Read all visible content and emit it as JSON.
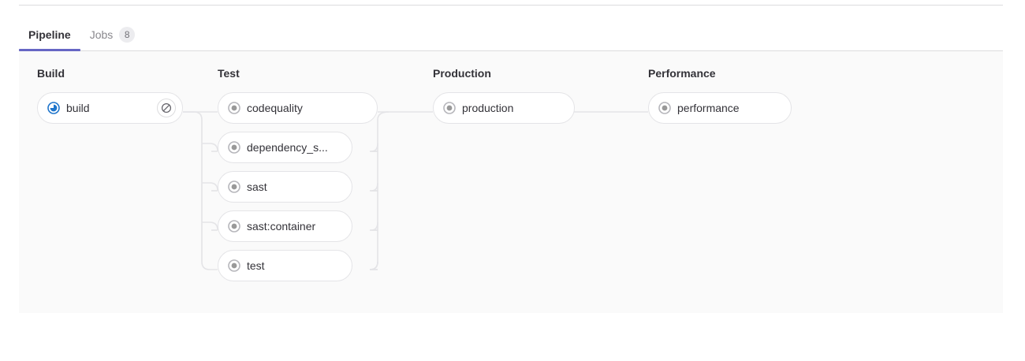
{
  "tabs": [
    {
      "label": "Pipeline",
      "active": true,
      "badge": null
    },
    {
      "label": "Jobs",
      "active": false,
      "badge": "8"
    }
  ],
  "colors": {
    "accent": "#6666c4",
    "panel_background": "#fafafa",
    "running_status": "#1f75cb",
    "created_status": "#868686",
    "edge": "#e4e4e7",
    "text": "#333238",
    "muted_text": "#89888d"
  },
  "pipeline": {
    "stages": [
      {
        "title": "Build",
        "jobs": [
          {
            "name": "build",
            "status": "running",
            "status_icon": "status-running-icon",
            "action": "cancel-icon"
          }
        ]
      },
      {
        "title": "Test",
        "jobs": [
          {
            "name": "codequality",
            "status": "created",
            "status_icon": "status-created-icon",
            "action": null
          },
          {
            "name": "dependency_s...",
            "status": "created",
            "status_icon": "status-created-icon",
            "action": null
          },
          {
            "name": "sast",
            "status": "created",
            "status_icon": "status-created-icon",
            "action": null
          },
          {
            "name": "sast:container",
            "status": "created",
            "status_icon": "status-created-icon",
            "action": null
          },
          {
            "name": "test",
            "status": "created",
            "status_icon": "status-created-icon",
            "action": null
          }
        ]
      },
      {
        "title": "Production",
        "jobs": [
          {
            "name": "production",
            "status": "created",
            "status_icon": "status-created-icon",
            "action": null
          }
        ]
      },
      {
        "title": "Performance",
        "jobs": [
          {
            "name": "performance",
            "status": "created",
            "status_icon": "status-created-icon",
            "action": null
          }
        ]
      }
    ]
  }
}
